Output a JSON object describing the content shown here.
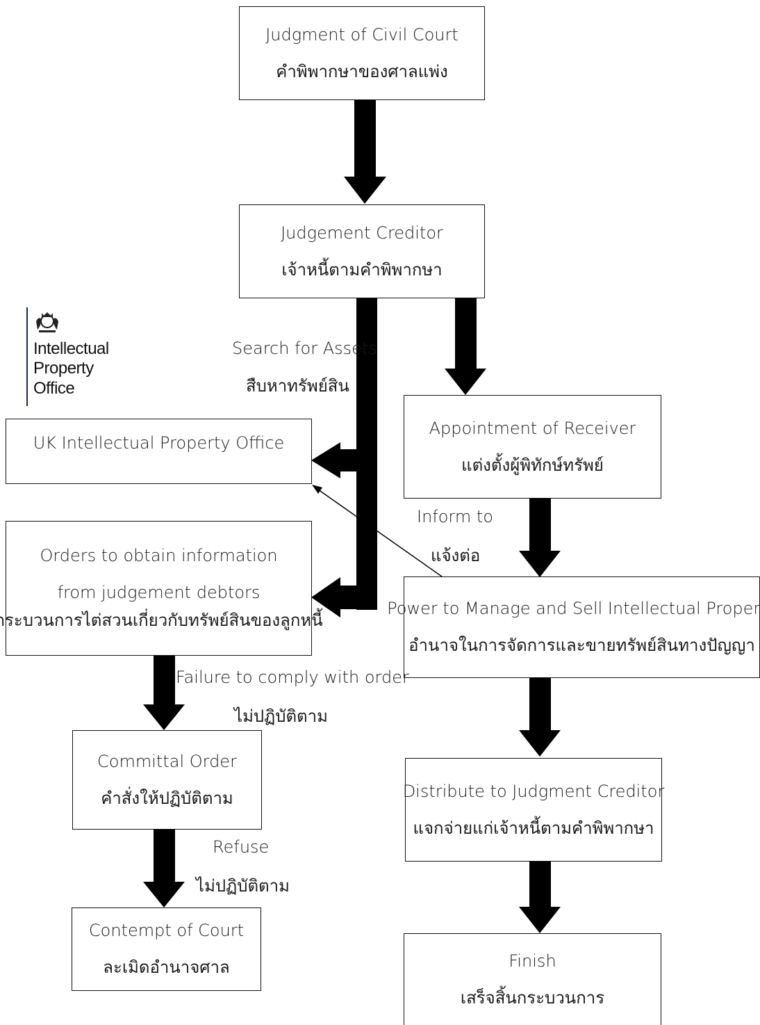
{
  "nodes": {
    "judgment_civil_court": {
      "en": "Judgment of Civil Court",
      "th": "คำพิพากษาของศาลแพ่ง"
    },
    "judgement_creditor": {
      "en": "Judgement Creditor",
      "th": "เจ้าหนี้ตามคำพิพากษา"
    },
    "uk_ipo": {
      "en": "UK Intellectual Property Office"
    },
    "orders_obtain_info": {
      "en1": "Orders to obtain information",
      "en2": "from judgement debtors",
      "th": "กระบวนการไต่สวนเกี่ยวกับทรัพย์สินของลูกหนี้"
    },
    "committal_order": {
      "en": "Committal Order",
      "th": "คำสั่งให้ปฏิบัติตาม"
    },
    "contempt_of_court": {
      "en": "Contempt of Court",
      "th": "ละเมิดอำนาจศาล"
    },
    "appointment_receiver": {
      "en": "Appointment of Receiver",
      "th": "แต่งตั้งผู้พิทักษ์ทรัพย์"
    },
    "power_manage_sell": {
      "en": "Power to Manage and Sell Intellectual Property",
      "th": "อำนาจในการจัดการและขายทรัพย์สินทางปัญญา"
    },
    "distribute": {
      "en": "Distribute to Judgment Creditor",
      "th": "แจกจ่ายแก่เจ้าหนี้ตามคำพิพากษา"
    },
    "finish": {
      "en": "Finish",
      "th": "เสร็จสิ้นกระบวนการ"
    }
  },
  "edge_labels": {
    "search_assets": {
      "en": "Search for Assets",
      "th": "สืบหาทรัพย์สิน"
    },
    "inform_to": {
      "en": "Inform to",
      "th": "แจ้งต่อ"
    },
    "failure_comply": {
      "en": "Failure to comply with order",
      "th": "ไม่ปฏิบัติตาม"
    },
    "refuse": {
      "en": "Refuse",
      "th": "ไม่ปฏิบัติตาม"
    }
  },
  "logo": {
    "name": "ipo-logo",
    "line1": "Intellectual",
    "line2": "Property",
    "line3": "Office",
    "accent_color": "#1d2b55"
  },
  "colors": {
    "arrow": "#000000",
    "border": "#111111",
    "background": "#ffffff"
  }
}
